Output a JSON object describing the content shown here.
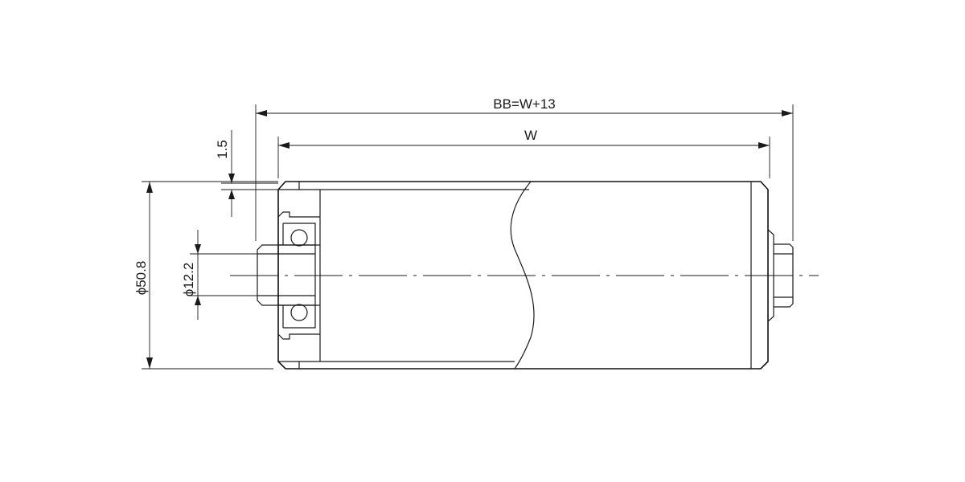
{
  "dimensions": {
    "overall_length": "BB=W+13",
    "tube_length": "W",
    "wall_thickness": "1.5",
    "tube_diameter": "ϕ50.8",
    "shaft_diameter": "ϕ12.2"
  },
  "colors": {
    "line": "#1a1a1a",
    "background": "#ffffff"
  }
}
